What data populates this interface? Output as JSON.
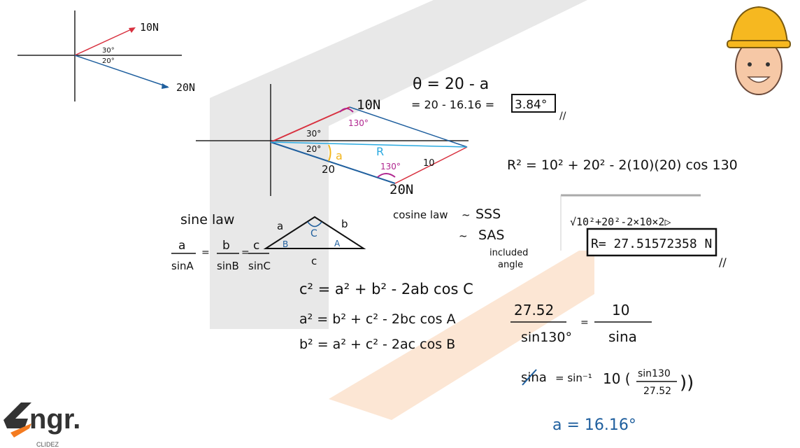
{
  "colors": {
    "red_vector": "#d8313f",
    "blue_vector": "#1f5f9e",
    "angle_magenta": "#b0268f",
    "resultant_cyan": "#2aa9e0",
    "angle_yellow": "#f2b51b",
    "watermark_gray": "#e6e6e6",
    "watermark_orange": "#fbe3d0"
  },
  "small_diagram": {
    "force1": "10N",
    "force2": "20N",
    "angle1": "30°",
    "angle2": "20°"
  },
  "main_diagram": {
    "force1": "10N",
    "force2": "20N",
    "angle1": "30°",
    "angle2": "20°",
    "angle_top": "130°",
    "angle_bottom": "130°",
    "side_20": "20",
    "side_10": "10",
    "resultant": "R",
    "alpha": "a"
  },
  "theta": {
    "line1": "θ = 20 - a",
    "line2": "= 20 - 16.16 =",
    "answer": "3.84°",
    "mark": "//"
  },
  "r_squared": "R² = 10² + 20² - 2(10)(20) cos 130",
  "calculator": {
    "expression": "√10²+20²-2×10×2▷",
    "result": "R= 27.51572358 N",
    "mark": "//"
  },
  "sine_law": {
    "title": "sine law",
    "num_a": "a",
    "den_a": "sinA",
    "num_b": "b",
    "den_b": "sinB",
    "num_c": "c",
    "den_c": "sinC",
    "eq": "="
  },
  "triangle": {
    "side_a": "a",
    "side_b": "b",
    "side_c": "c",
    "angle_A": "A",
    "angle_B": "B",
    "angle_C": "C"
  },
  "cosine_law": {
    "title": "cosine law",
    "sss": "SSS",
    "sas": "SAS",
    "note_line1": "included",
    "note_line2": "angle",
    "arrow": "~"
  },
  "cosine_formulas": [
    "c² = a² + b² - 2ab cos C",
    "a² = b² + c² - 2bc cos A",
    "b² = a² + c² - 2ac cos B"
  ],
  "ratio": {
    "num_left": "27.52",
    "den_left": "sin130°",
    "num_right": "10",
    "den_right": "sina",
    "eq": "="
  },
  "solve": {
    "lhs": "sina",
    "eq": "= sin⁻¹",
    "inner": "10 (",
    "frac_num": "sin130",
    "frac_den": "27.52",
    "close": "))"
  },
  "alpha_result": "a = 16.16°",
  "logo": {
    "text": "ngr.",
    "sub": "CLIDEZ"
  }
}
